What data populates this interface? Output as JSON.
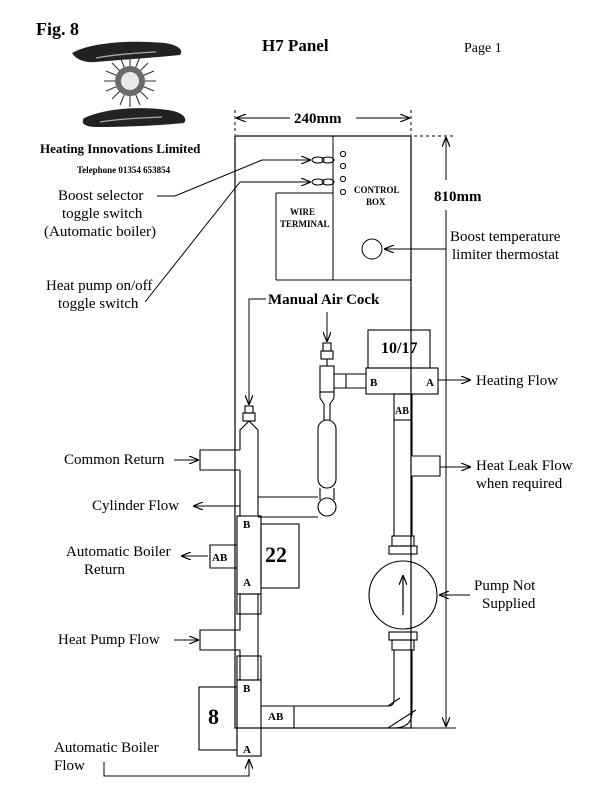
{
  "header": {
    "fig_label": "Fig. 8",
    "panel_title": "H7 Panel",
    "page_label": "Page 1",
    "company_name": "Heating Innovations Limited",
    "telephone": "Telephone 01354 653854"
  },
  "dimensions": {
    "width": "240mm",
    "height": "810mm"
  },
  "control_box": {
    "label_line1": "CONTROL",
    "label_line2": "BOX",
    "wire_terminal_line1": "WIRE",
    "wire_terminal_line2": "TERMINAL"
  },
  "callouts": {
    "boost_selector_1": "Boost selector",
    "boost_selector_2": "toggle switch",
    "boost_selector_3": "(Automatic boiler)",
    "heat_pump_toggle_1": "Heat pump on/off",
    "heat_pump_toggle_2": "toggle switch",
    "boost_thermostat_1": "Boost temperature",
    "boost_thermostat_2": "limiter thermostat",
    "manual_air_cock": "Manual Air Cock",
    "heating_flow": "Heating Flow",
    "heat_leak_1": "Heat Leak Flow",
    "heat_leak_2": "when required",
    "common_return": "Common Return",
    "cylinder_flow": "Cylinder Flow",
    "auto_boiler_return_1": "Automatic Boiler",
    "auto_boiler_return_2": "Return",
    "heat_pump_flow": "Heat Pump Flow",
    "pump_1": "Pump Not",
    "pump_2": "Supplied",
    "auto_boiler_flow_1": "Automatic Boiler",
    "auto_boiler_flow_2": "Flow"
  },
  "valves": {
    "v1017": {
      "name": "10/17",
      "port_b": "B",
      "port_a": "A",
      "port_ab": "AB"
    },
    "v22": {
      "name": "22",
      "port_b": "B",
      "port_a": "A",
      "port_ab": "AB"
    },
    "v8": {
      "name": "8",
      "port_b": "B",
      "port_a": "A",
      "port_ab": "AB"
    }
  }
}
